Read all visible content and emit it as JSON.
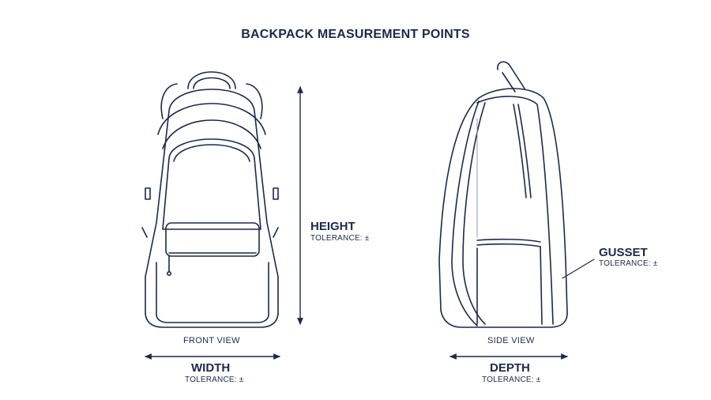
{
  "title": "BACKPACK MEASUREMENT POINTS",
  "front": {
    "view_label": "FRONT VIEW"
  },
  "side": {
    "view_label": "SIDE VIEW"
  },
  "height": {
    "label": "HEIGHT",
    "tolerance": "TOLERANCE: ±"
  },
  "width": {
    "label": "WIDTH",
    "tolerance": "TOLERANCE: ±"
  },
  "depth": {
    "label": "DEPTH",
    "tolerance": "TOLERANCE: ±"
  },
  "gusset": {
    "label": "GUSSET",
    "tolerance": "TOLERANCE: ±"
  },
  "colors": {
    "ink": "#1b2a4a",
    "background": "#ffffff"
  }
}
